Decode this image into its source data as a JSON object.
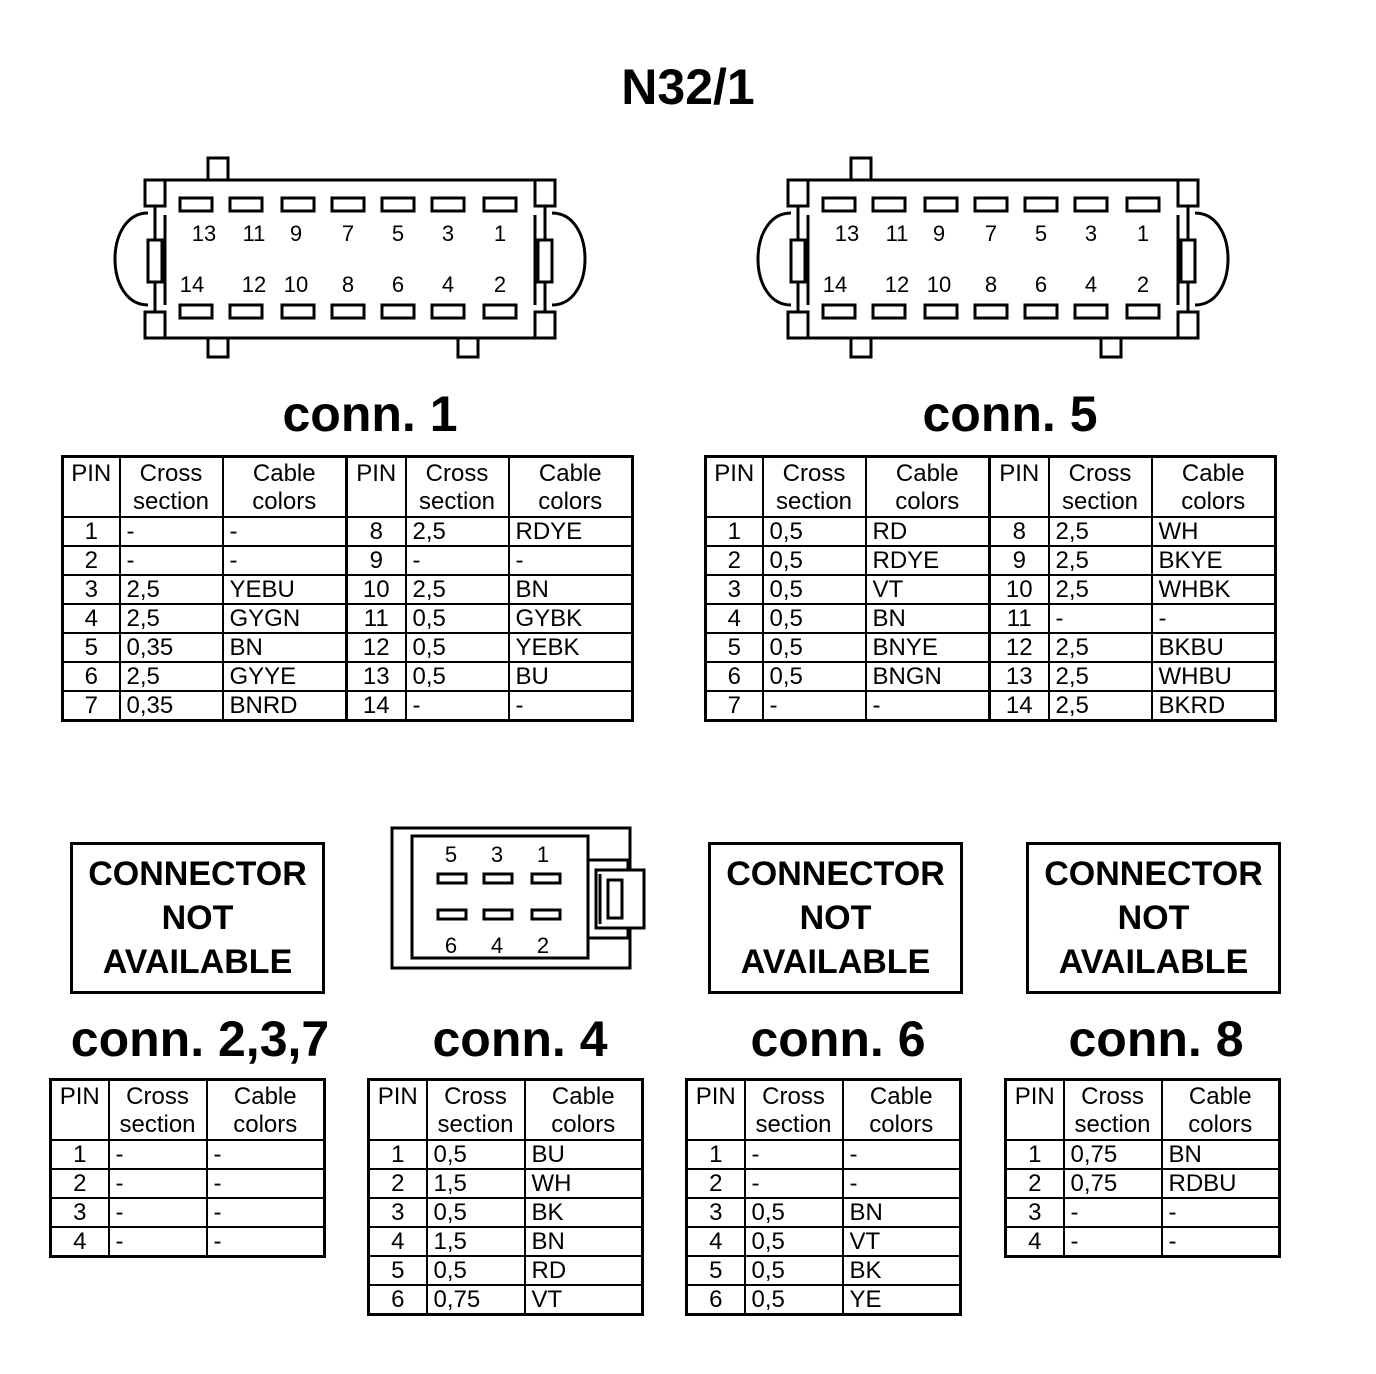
{
  "title": "N32/1",
  "headers": {
    "pin": "PIN",
    "cross_line1": "Cross",
    "cross_line2": "section",
    "cable_line1": "Cable",
    "cable_line2": "colors"
  },
  "not_available": {
    "line1": "CONNECTOR",
    "line2": "NOT",
    "line3": "AVAILABLE"
  },
  "conn1": {
    "label": "conn. 1",
    "diagram_top_pins": [
      "13",
      "11",
      "9",
      "7",
      "5",
      "3",
      "1"
    ],
    "diagram_bottom_pins": [
      "14",
      "12",
      "10",
      "8",
      "6",
      "4",
      "2"
    ],
    "rows": [
      {
        "pin": "1",
        "cross": "-",
        "color": "-",
        "pin2": "8",
        "cross2": "2,5",
        "color2": "RDYE"
      },
      {
        "pin": "2",
        "cross": "-",
        "color": "-",
        "pin2": "9",
        "cross2": "-",
        "color2": "-"
      },
      {
        "pin": "3",
        "cross": "2,5",
        "color": "YEBU",
        "pin2": "10",
        "cross2": "2,5",
        "color2": "BN"
      },
      {
        "pin": "4",
        "cross": "2,5",
        "color": "GYGN",
        "pin2": "11",
        "cross2": "0,5",
        "color2": "GYBK"
      },
      {
        "pin": "5",
        "cross": "0,35",
        "color": "BN",
        "pin2": "12",
        "cross2": "0,5",
        "color2": "YEBK"
      },
      {
        "pin": "6",
        "cross": "2,5",
        "color": "GYYE",
        "pin2": "13",
        "cross2": "0,5",
        "color2": "BU"
      },
      {
        "pin": "7",
        "cross": "0,35",
        "color": "BNRD",
        "pin2": "14",
        "cross2": "-",
        "color2": "-"
      }
    ]
  },
  "conn5": {
    "label": "conn. 5",
    "diagram_top_pins": [
      "13",
      "11",
      "9",
      "7",
      "5",
      "3",
      "1"
    ],
    "diagram_bottom_pins": [
      "14",
      "12",
      "10",
      "8",
      "6",
      "4",
      "2"
    ],
    "rows": [
      {
        "pin": "1",
        "cross": "0,5",
        "color": "RD",
        "pin2": "8",
        "cross2": "2,5",
        "color2": "WH"
      },
      {
        "pin": "2",
        "cross": "0,5",
        "color": "RDYE",
        "pin2": "9",
        "cross2": "2,5",
        "color2": "BKYE"
      },
      {
        "pin": "3",
        "cross": "0,5",
        "color": "VT",
        "pin2": "10",
        "cross2": "2,5",
        "color2": "WHBK"
      },
      {
        "pin": "4",
        "cross": "0,5",
        "color": "BN",
        "pin2": "11",
        "cross2": "-",
        "color2": "-"
      },
      {
        "pin": "5",
        "cross": "0,5",
        "color": "BNYE",
        "pin2": "12",
        "cross2": "2,5",
        "color2": "BKBU"
      },
      {
        "pin": "6",
        "cross": "0,5",
        "color": "BNGN",
        "pin2": "13",
        "cross2": "2,5",
        "color2": "WHBU"
      },
      {
        "pin": "7",
        "cross": "-",
        "color": "-",
        "pin2": "14",
        "cross2": "2,5",
        "color2": "BKRD"
      }
    ]
  },
  "conn237": {
    "label": "conn. 2,3,7",
    "rows": [
      {
        "pin": "1",
        "cross": "-",
        "color": "-"
      },
      {
        "pin": "2",
        "cross": "-",
        "color": "-"
      },
      {
        "pin": "3",
        "cross": "-",
        "color": "-"
      },
      {
        "pin": "4",
        "cross": "-",
        "color": "-"
      }
    ]
  },
  "conn4": {
    "label": "conn. 4",
    "diagram_top_pins": [
      "5",
      "3",
      "1"
    ],
    "diagram_bottom_pins": [
      "6",
      "4",
      "2"
    ],
    "rows": [
      {
        "pin": "1",
        "cross": "0,5",
        "color": "BU"
      },
      {
        "pin": "2",
        "cross": "1,5",
        "color": "WH"
      },
      {
        "pin": "3",
        "cross": "0,5",
        "color": "BK"
      },
      {
        "pin": "4",
        "cross": "1,5",
        "color": "BN"
      },
      {
        "pin": "5",
        "cross": "0,5",
        "color": "RD"
      },
      {
        "pin": "6",
        "cross": "0,75",
        "color": "VT"
      }
    ]
  },
  "conn6": {
    "label": "conn. 6",
    "rows": [
      {
        "pin": "1",
        "cross": "-",
        "color": "-"
      },
      {
        "pin": "2",
        "cross": "-",
        "color": "-"
      },
      {
        "pin": "3",
        "cross": "0,5",
        "color": "BN"
      },
      {
        "pin": "4",
        "cross": "0,5",
        "color": "VT"
      },
      {
        "pin": "5",
        "cross": "0,5",
        "color": "BK"
      },
      {
        "pin": "6",
        "cross": "0,5",
        "color": "YE"
      }
    ]
  },
  "conn8": {
    "label": "conn. 8",
    "rows": [
      {
        "pin": "1",
        "cross": "0,75",
        "color": "BN"
      },
      {
        "pin": "2",
        "cross": "0,75",
        "color": "RDBU"
      },
      {
        "pin": "3",
        "cross": "-",
        "color": "-"
      },
      {
        "pin": "4",
        "cross": "-",
        "color": "-"
      }
    ]
  }
}
